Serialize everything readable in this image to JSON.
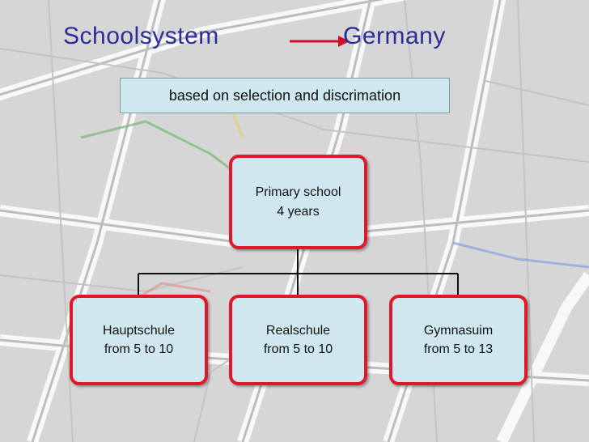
{
  "title": {
    "left": "Schoolsystem",
    "right": "Germany"
  },
  "subtitle": "based on selection and discrimation",
  "nodes": {
    "primary": {
      "line1": "Primary school",
      "line2": "4 years"
    },
    "hauptschule": {
      "line1": "Hauptschule",
      "line2": "from 5 to 10"
    },
    "realschule": {
      "line1": "Realschule",
      "line2": "from 5 to 10"
    },
    "gymnasium": {
      "line1": "Gymnasuim",
      "line2": "from 5 to 13"
    }
  },
  "colors": {
    "title": "#2c2c9a",
    "arrow": "#d0102a",
    "node_border": "#e0182a",
    "node_fill": "#cfe8ef",
    "connector": "#111111"
  }
}
